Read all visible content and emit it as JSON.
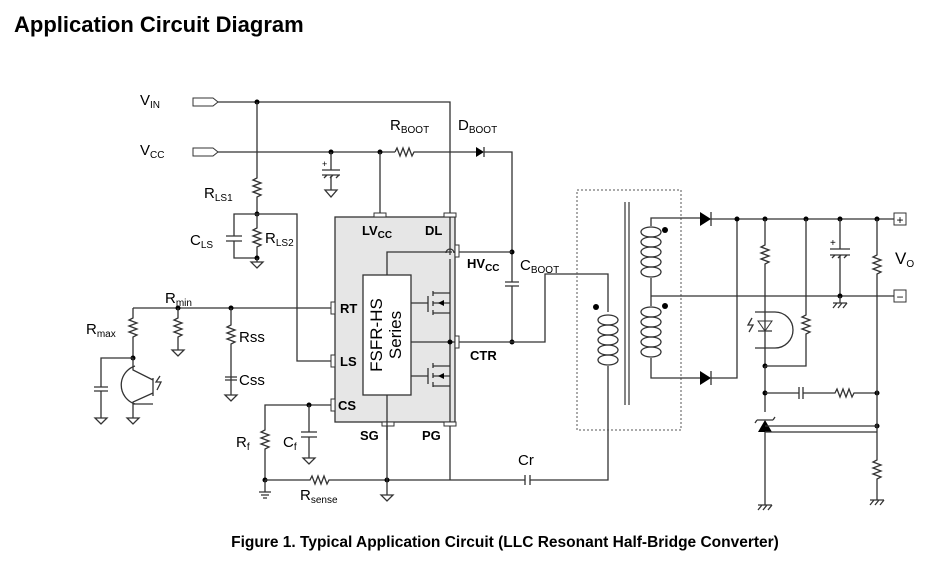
{
  "heading": "Application Circuit Diagram",
  "caption": "Figure 1.   Typical Application Circuit (LLC Resonant Half-Bridge Converter)",
  "ic": {
    "name_line1": "FSFR-HS",
    "name_line2": "Series",
    "pins": {
      "lvcc": "LV",
      "lvcc_sub": "CC",
      "dl": "DL",
      "hvcc": "HV",
      "hvcc_sub": "CC",
      "rt": "RT",
      "ls": "LS",
      "cs": "CS",
      "ctr": "CTR",
      "sg": "SG",
      "pg": "PG"
    }
  },
  "components": {
    "vin": {
      "main": "V",
      "sub": "IN"
    },
    "vcc": {
      "main": "V",
      "sub": "CC"
    },
    "rboot": {
      "main": "R",
      "sub": "BOOT"
    },
    "dboot": {
      "main": "D",
      "sub": "BOOT"
    },
    "cboot": {
      "main": "C",
      "sub": "BOOT"
    },
    "rls1": {
      "main": "R",
      "sub": "LS1"
    },
    "rls2": {
      "main": "R",
      "sub": "LS2"
    },
    "cls": {
      "main": "C",
      "sub": "LS"
    },
    "rmin": {
      "main": "R",
      "sub": "min"
    },
    "rmax": {
      "main": "R",
      "sub": "max"
    },
    "rss": "Rss",
    "css": "Css",
    "rf": {
      "main": "R",
      "sub": "f"
    },
    "cf": {
      "main": "C",
      "sub": "f"
    },
    "rsense": {
      "main": "R",
      "sub": "sense"
    },
    "cr": "Cr",
    "vo": {
      "main": "V",
      "sub": "O"
    },
    "out_plus": "+",
    "out_minus": "−",
    "polarity_plus": "+"
  }
}
